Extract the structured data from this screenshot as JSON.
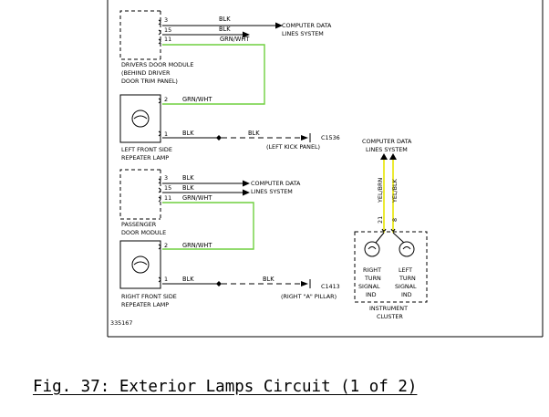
{
  "driver_module": {
    "label": [
      "DRIVERS DOOR MODULE",
      "(BEHIND DRIVER",
      "DOOR TRIM PANEL)"
    ],
    "pins": [
      "3",
      "15",
      "11"
    ],
    "wires": [
      "BLK",
      "BLK",
      "GRN/WHT"
    ],
    "destination": [
      "COMPUTER DATA",
      "LINES SYSTEM"
    ]
  },
  "left_lamp": {
    "label": [
      "LEFT FRONT SIDE",
      "REPEATER LAMP"
    ],
    "pins": [
      "2",
      "1"
    ],
    "wires": [
      "GRN/WHT",
      "BLK",
      "BLK"
    ],
    "ground": {
      "id": "C1536",
      "location": "(LEFT KICK PANEL)"
    }
  },
  "passenger_module": {
    "label": [
      "PASSENGER",
      "DOOR MODULE"
    ],
    "pins": [
      "3",
      "15",
      "11"
    ],
    "wires": [
      "BLK",
      "BLK",
      "GRN/WHT"
    ],
    "destination": [
      "COMPUTER DATA",
      "LINES SYSTEM"
    ]
  },
  "right_lamp": {
    "label": [
      "RIGHT FRONT SIDE",
      "REPEATER LAMP"
    ],
    "pins": [
      "2",
      "1"
    ],
    "wires": [
      "GRN/WHT",
      "BLK",
      "BLK"
    ],
    "ground": {
      "id": "C1413",
      "location": "(RIGHT \"A\" PILLAR)"
    }
  },
  "cluster": {
    "top_label": [
      "COMPUTER DATA",
      "LINES SYSTEM"
    ],
    "wires": [
      "YEL/BRN",
      "YEL/BLK"
    ],
    "pins": [
      "21",
      "8"
    ],
    "right_ind": [
      "RIGHT",
      "TURN",
      "SIGNAL",
      "IND"
    ],
    "left_ind": [
      "LEFT",
      "TURN",
      "SIGNAL",
      "IND"
    ],
    "label": [
      "INSTRUMENT",
      "CLUSTER"
    ]
  },
  "diagram_id": "335167",
  "caption": "Fig. 37: Exterior Lamps Circuit (1 of 2)",
  "colors": {
    "green_wire": "#6fcf3f",
    "yellow_wire": "#e8e400",
    "line": "#000000"
  }
}
